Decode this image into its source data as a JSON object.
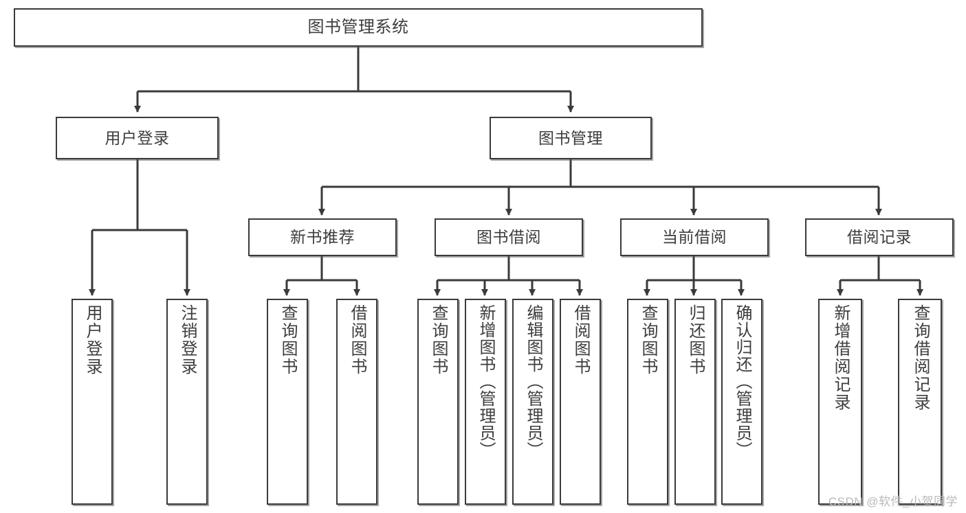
{
  "diagram": {
    "title": "图书管理系统",
    "type": "tree",
    "colors": {
      "box_border": "#3a3a3a",
      "box_fill": "#ffffff",
      "edge": "#3a3a3a",
      "text": "#3d3d3d",
      "watermark": "#b9b9b9"
    },
    "root": {
      "label": "图书管理系统"
    },
    "level2": [
      {
        "label": "用户登录"
      },
      {
        "label": "图书管理"
      }
    ],
    "level3": [
      {
        "label": "新书推荐"
      },
      {
        "label": "图书借阅"
      },
      {
        "label": "当前借阅"
      },
      {
        "label": "借阅记录"
      }
    ],
    "leaves": {
      "user_login": [
        {
          "label": "用户登录"
        },
        {
          "label": "注销登录"
        }
      ],
      "new_book": [
        {
          "label": "查询图书"
        },
        {
          "label": "借阅图书"
        }
      ],
      "book_borrow": [
        {
          "label": "查询图书"
        },
        {
          "label": "新增图书（管理员）"
        },
        {
          "label": "编辑图书（管理员）"
        },
        {
          "label": "借阅图书"
        }
      ],
      "current_borrow": [
        {
          "label": "查询图书"
        },
        {
          "label": "归还图书"
        },
        {
          "label": "确认归还（管理员）"
        }
      ],
      "borrow_record": [
        {
          "label": "新增借阅记录"
        },
        {
          "label": "查询借阅记录"
        }
      ]
    },
    "watermark": "CSDN @软件_小贺同学"
  }
}
